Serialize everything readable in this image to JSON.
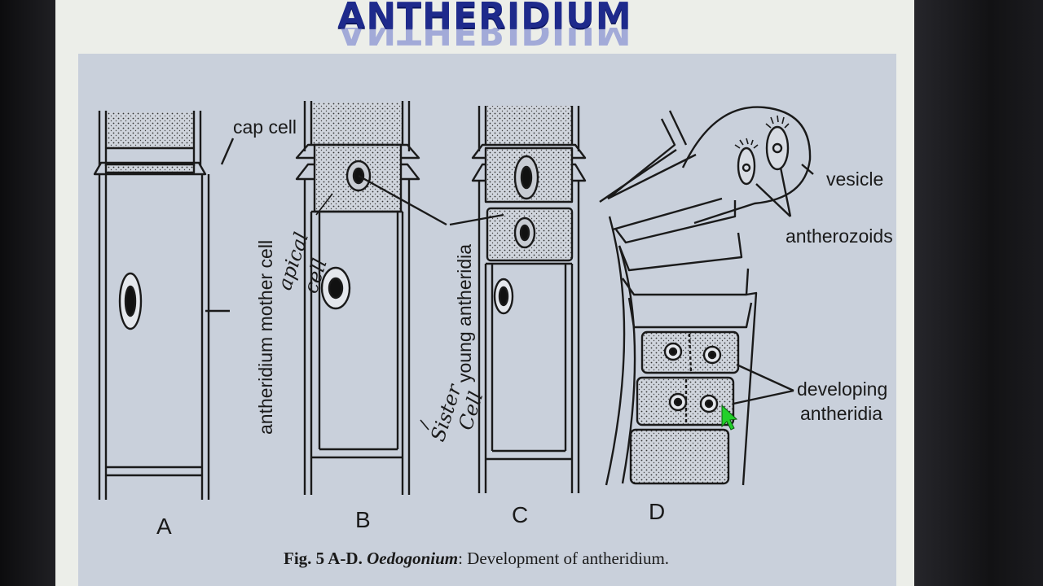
{
  "slide": {
    "title": "ANTHERIDIUM"
  },
  "figure": {
    "panel_labels": [
      "A",
      "B",
      "C",
      "D"
    ],
    "labels": {
      "cap_cell": "cap cell",
      "antheridium_mother_cell": "antheridium mother cell",
      "young_antheridia": "young antheridia",
      "vesicle": "vesicle",
      "antherozoids": "antherozoids",
      "developing_line1": "developing",
      "developing_line2": "antheridia"
    },
    "handwritten": {
      "apical_line1": "apical",
      "apical_line2": "cell",
      "sister_line1": "Sister",
      "sister_line2": "Cell"
    },
    "caption": {
      "fig": "Fig. 5 A-D.",
      "genus": "Oedogonium",
      "text": ": Development of antheridium."
    }
  },
  "colors": {
    "title": "#1e2a8c",
    "paper": "#c9d0db",
    "ink": "#1a1a1a",
    "cursor": "#22d02a"
  }
}
